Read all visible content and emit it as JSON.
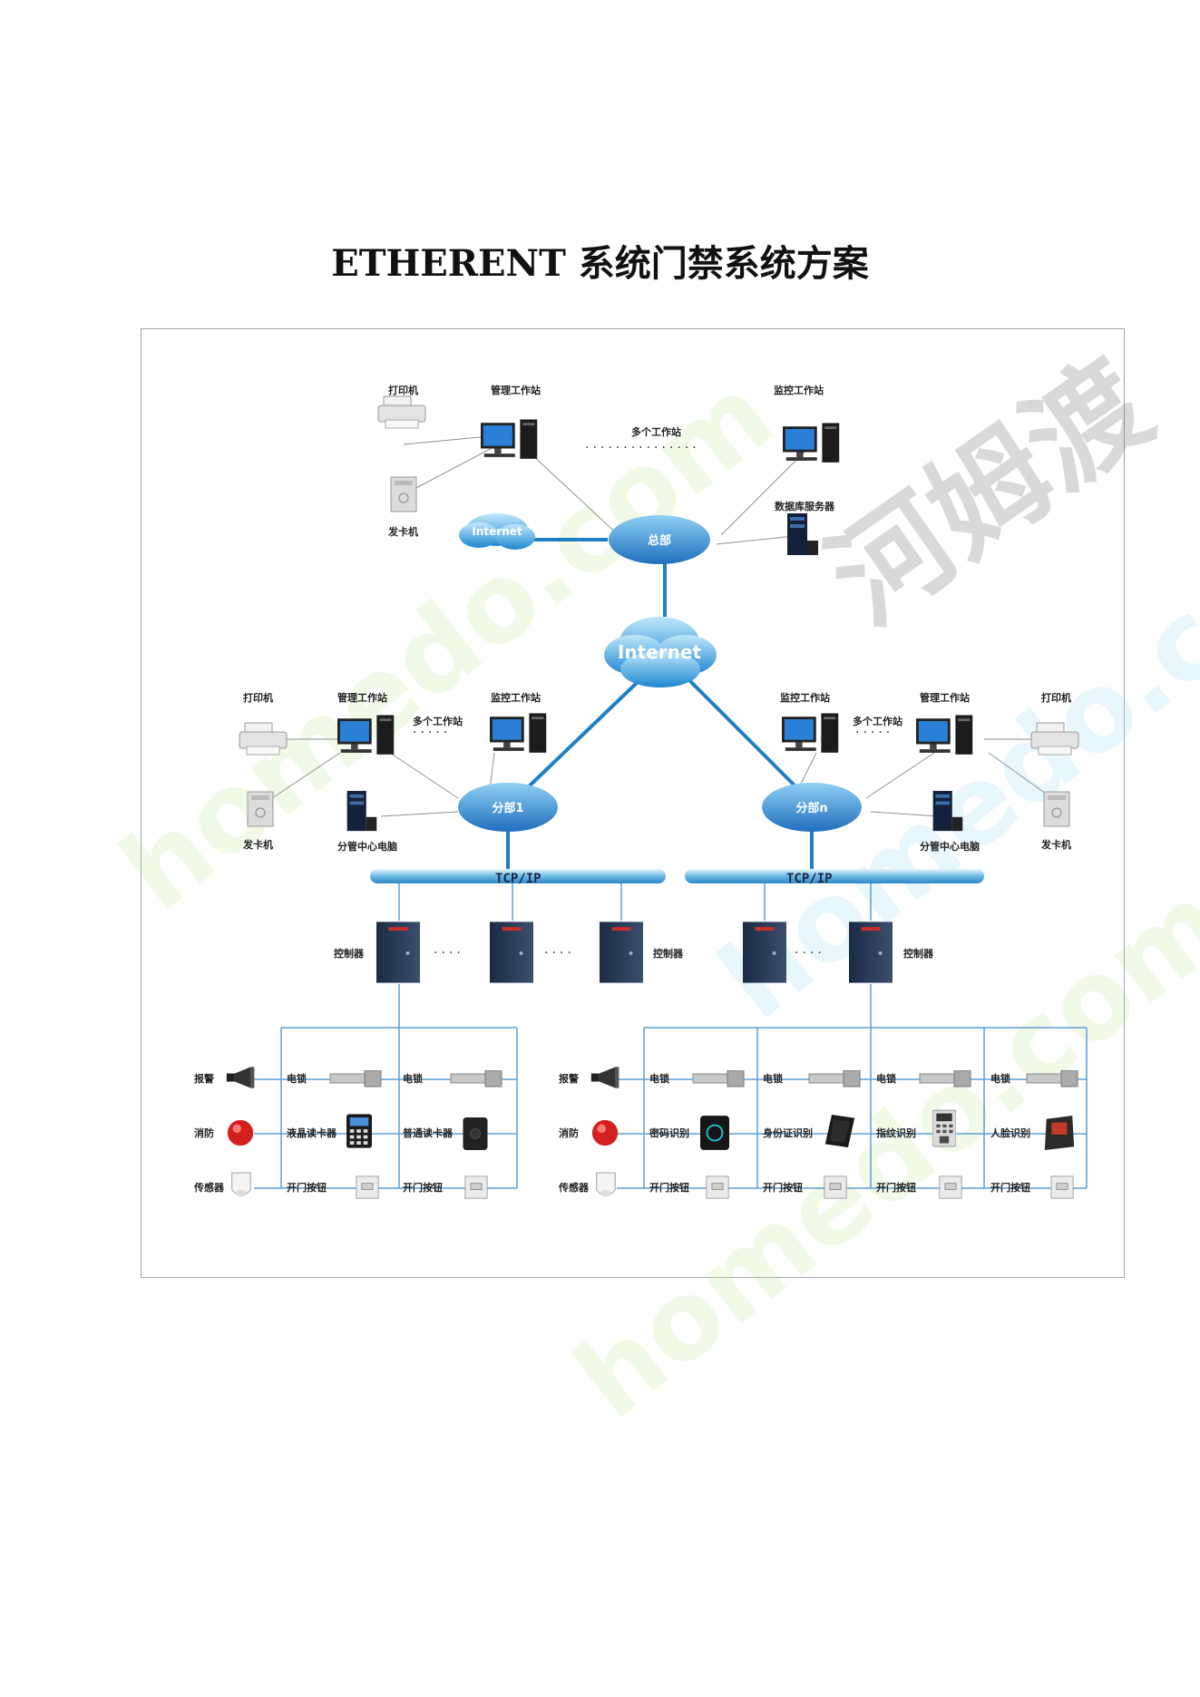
{
  "title": "ETHERENT 系统门禁系统方案",
  "watermark": {
    "brand": "homedo.com",
    "cn": "河姆渡"
  },
  "colors": {
    "link": "#1f7fc4",
    "hub": "#2b86d0",
    "thin": "#8a9298",
    "bus": "#3a9ad9",
    "grid": "#5aa0d8"
  },
  "hq": {
    "printer": "打印机",
    "mgmt_ws": "管理工作站",
    "multi_ws": "多个工作站",
    "monitor_ws": "监控工作站",
    "card_issuer": "发卡机",
    "cloud": "Internet",
    "hub": "总部",
    "db_server": "数据库服务器"
  },
  "core_cloud": "Internet",
  "branch1": {
    "printer": "打印机",
    "mgmt_ws": "管理工作站",
    "multi_ws": "多个工作站",
    "monitor_ws": "监控工作站",
    "card_issuer": "发卡机",
    "pc": "分管中心电脑",
    "hub": "分部1",
    "bus": "TCP/IP",
    "controller_left": "控制器",
    "controller_right": "控制器",
    "devices": {
      "alarm": "报警",
      "fire": "消防",
      "sensor": "传感器",
      "lock1": "电锁",
      "lcd_reader": "液晶读卡器",
      "exit_btn1": "开门按钮",
      "lock2": "电锁",
      "reader": "普通读卡器",
      "exit_btn2": "开门按钮"
    }
  },
  "branchn": {
    "printer": "打印机",
    "mgmt_ws": "管理工作站",
    "multi_ws": "多个工作站",
    "monitor_ws": "监控工作站",
    "card_issuer": "发卡机",
    "pc": "分管中心电脑",
    "hub": "分部n",
    "bus": "TCP/IP",
    "controller": "控制器",
    "devices": {
      "alarm": "报警",
      "fire": "消防",
      "sensor": "传感器",
      "lock1": "电锁",
      "pin": "密码识别",
      "exit_btn1": "开门按钮",
      "lock2": "电锁",
      "id_card": "身份证识别",
      "exit_btn2": "开门按钮",
      "lock3": "电锁",
      "fingerprint": "指纹识别",
      "exit_btn3": "开门按钮",
      "lock4": "电锁",
      "face": "人脸识别",
      "exit_btn4": "开门按钮"
    }
  }
}
